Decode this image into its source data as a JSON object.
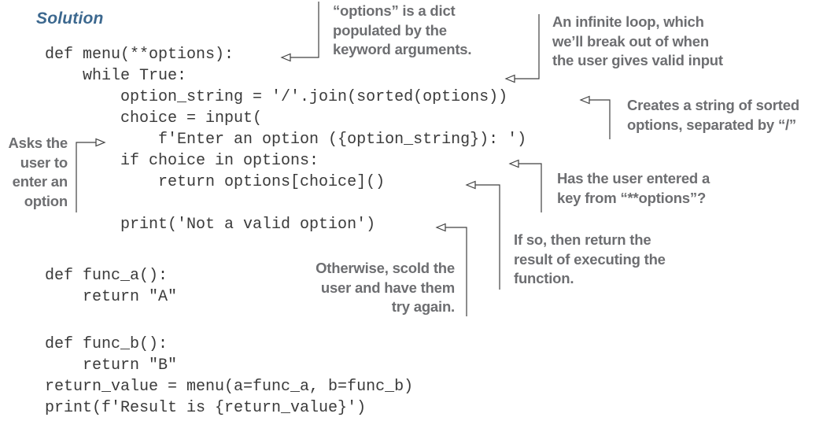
{
  "heading": {
    "title": "Solution"
  },
  "code": {
    "block_main": "def menu(**options):\n    while True:\n        option_string = '/'.join(sorted(options))\n        choice = input(\n            f'Enter an option ({option_string}): ')\n        if choice in options:\n            return options[choice]()\n\n        print('Not a valid option')",
    "block_func_a": "def func_a():\n    return \"A\"",
    "block_func_b": "def func_b():\n    return \"B\"\nreturn_value = menu(a=func_a, b=func_b)\nprint(f'Result is {return_value}')"
  },
  "annotations": {
    "options_dict": {
      "text": "“options” is a dict\npopulated by the\nkeyword arguments.",
      "target_line": "def menu(**options):"
    },
    "infinite_loop": {
      "text": "An infinite loop, which\nwe’ll break out of when\nthe user gives valid input",
      "target_line": "while True:"
    },
    "sorted_options": {
      "text": "Creates a string of sorted\noptions, separated by “/”",
      "target_line": "option_string = '/'.join(sorted(options))"
    },
    "asks_user": {
      "text": "Asks the\nuser to\nenter an\noption",
      "target_line": "f'Enter an option ({option_string}): ')"
    },
    "key_check": {
      "text": "Has the user entered a\nkey from “**options”?",
      "target_line": "if choice in options:"
    },
    "return_result": {
      "text": "If so, then return the\nresult of executing the\nfunction.",
      "target_line": "return options[choice]()"
    },
    "scold_user": {
      "text": "Otherwise, scold the\nuser and have them\ntry again.",
      "target_line": "print('Not a valid option')"
    }
  },
  "colors": {
    "heading": "#3c688f",
    "code_text": "#3a3a3a",
    "annotation_text": "#6d6e71",
    "connector": "#414141",
    "background": "#ffffff"
  }
}
